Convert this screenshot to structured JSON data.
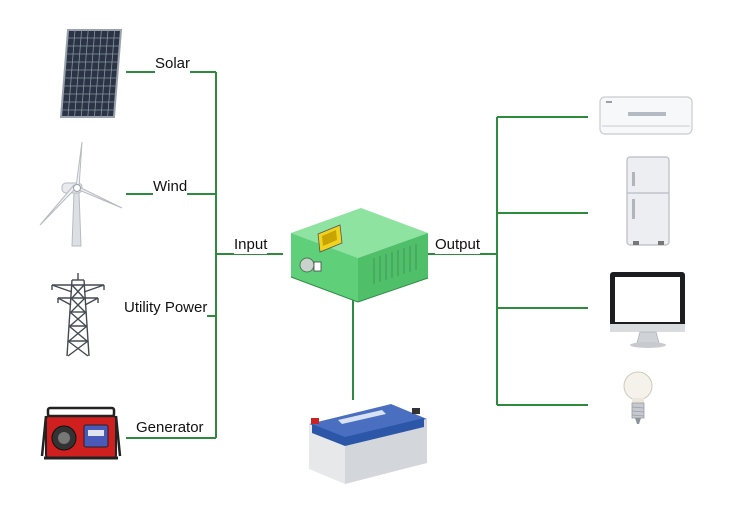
{
  "diagram": {
    "line_color": "#2e8b3e",
    "inputs": {
      "solar": "Solar",
      "wind": "Wind",
      "utility": "Utility Power",
      "generator": "Generator"
    },
    "input_label": "Input",
    "output_label": "Output",
    "icons": {
      "solar": "solar-panel-icon",
      "wind": "wind-turbine-icon",
      "utility": "transmission-tower-icon",
      "generator": "generator-icon",
      "inverter": "inverter-icon",
      "battery": "battery-icon",
      "ac": "air-conditioner-icon",
      "fridge": "refrigerator-icon",
      "monitor": "monitor-icon",
      "bulb": "light-bulb-icon"
    },
    "colors": {
      "inverter_green": "#5fcf7a",
      "battery_blue": "#2c57a8",
      "panel_blue": "#2a3444"
    }
  }
}
